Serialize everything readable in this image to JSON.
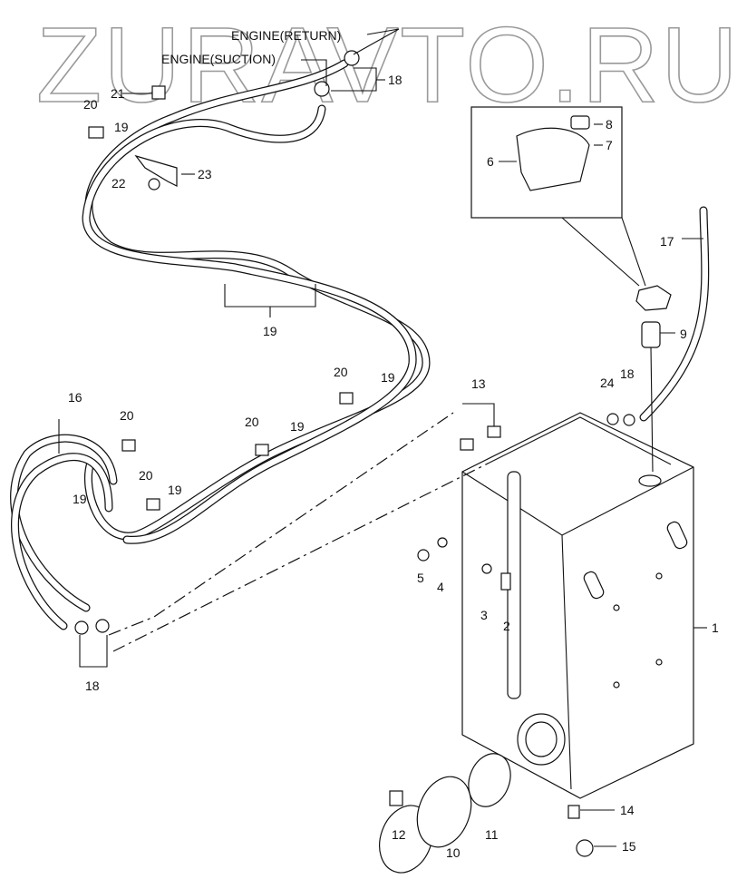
{
  "watermark": "ZURAVTO.RU",
  "annotations": {
    "engine_return": "ENGINE(RETURN)",
    "engine_suction": "ENGINE(SUCTION)"
  },
  "callouts": [
    {
      "id": "c18a",
      "text": "18"
    },
    {
      "id": "c21",
      "text": "21"
    },
    {
      "id": "c20a",
      "text": "20"
    },
    {
      "id": "c19a",
      "text": "19"
    },
    {
      "id": "c23",
      "text": "23"
    },
    {
      "id": "c22",
      "text": "22"
    },
    {
      "id": "c8",
      "text": "8"
    },
    {
      "id": "c7",
      "text": "7"
    },
    {
      "id": "c6",
      "text": "6"
    },
    {
      "id": "c17",
      "text": "17"
    },
    {
      "id": "c9",
      "text": "9"
    },
    {
      "id": "c19b",
      "text": "19"
    },
    {
      "id": "c16",
      "text": "16"
    },
    {
      "id": "c20b",
      "text": "20"
    },
    {
      "id": "c20c",
      "text": "20"
    },
    {
      "id": "c19c",
      "text": "19"
    },
    {
      "id": "c13",
      "text": "13"
    },
    {
      "id": "c24",
      "text": "24"
    },
    {
      "id": "c18b",
      "text": "18"
    },
    {
      "id": "c20d",
      "text": "20"
    },
    {
      "id": "c19d",
      "text": "19"
    },
    {
      "id": "c20e",
      "text": "20"
    },
    {
      "id": "c19e",
      "text": "19"
    },
    {
      "id": "c19f",
      "text": "19"
    },
    {
      "id": "c5",
      "text": "5"
    },
    {
      "id": "c4",
      "text": "4"
    },
    {
      "id": "c3",
      "text": "3"
    },
    {
      "id": "c2",
      "text": "2"
    },
    {
      "id": "c1",
      "text": "1"
    },
    {
      "id": "c18c",
      "text": "18"
    },
    {
      "id": "c14",
      "text": "14"
    },
    {
      "id": "c12",
      "text": "12"
    },
    {
      "id": "c11",
      "text": "11"
    },
    {
      "id": "c10",
      "text": "10"
    },
    {
      "id": "c15",
      "text": "15"
    }
  ]
}
